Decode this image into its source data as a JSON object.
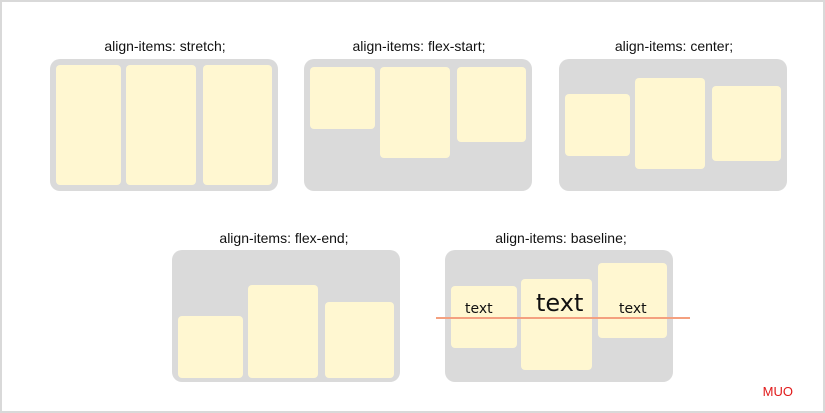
{
  "panels": [
    {
      "label": "align-items: stretch;"
    },
    {
      "label": "align-items: flex-start;"
    },
    {
      "label": "align-items: center;"
    },
    {
      "label": "align-items: flex-end;"
    },
    {
      "label": "align-items: baseline;"
    }
  ],
  "baseline_texts": [
    "text",
    "text",
    "text"
  ],
  "brand": "MUO",
  "colors": {
    "container": "#dadada",
    "item": "#fff7d1",
    "baseline": "#f4a07f",
    "brand": "#e11a1a"
  }
}
